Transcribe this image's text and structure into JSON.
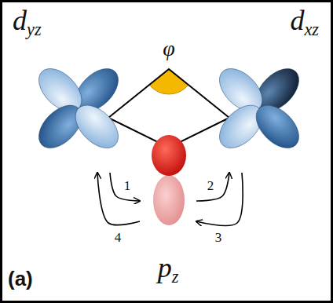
{
  "diagram": {
    "nodes": [
      {
        "text": [
          "dyz"
        ]
      },
      {
        "text": [
          "dxz"
        ]
      },
      {
        "text": [
          "pz"
        ]
      }
    ],
    "edges": [
      {
        "from": 0,
        "to": 2,
        "arrow": "to",
        "label": "1"
      },
      {
        "from": 2,
        "to": 1,
        "arrow": "to",
        "label": "2"
      },
      {
        "from": 1,
        "to": 2,
        "arrow": "to",
        "label": "3"
      },
      {
        "from": 2,
        "to": 0,
        "arrow": "to",
        "label": "4"
      }
    ],
    "labels": [
      "φ",
      "(a)"
    ]
  }
}
